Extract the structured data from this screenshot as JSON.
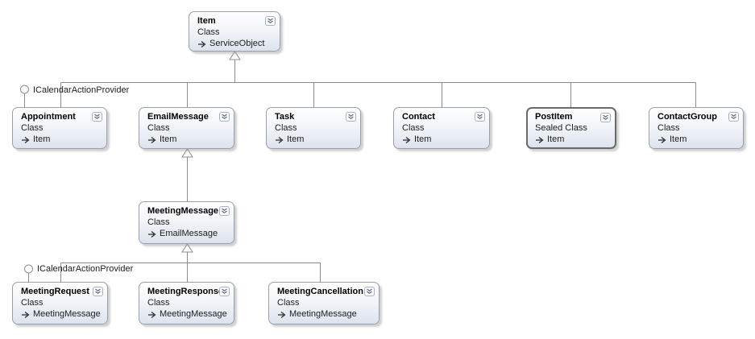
{
  "diagram": {
    "colors": {
      "background": "#ffffff",
      "box_border": "#9aa0ab",
      "sealed_box_border": "#6a6a6a",
      "box_fill_top": "#ffffff",
      "box_fill_bottom": "#dde3ee",
      "connector": "#8c8c8c",
      "title_text": "#000000",
      "body_text": "#1c1c1c"
    },
    "classes": [
      {
        "name": "Item",
        "kind": "Class",
        "base": "ServiceObject"
      },
      {
        "name": "Appointment",
        "kind": "Class",
        "base": "Item"
      },
      {
        "name": "EmailMessage",
        "kind": "Class",
        "base": "Item"
      },
      {
        "name": "Task",
        "kind": "Class",
        "base": "Item"
      },
      {
        "name": "Contact",
        "kind": "Class",
        "base": "Item"
      },
      {
        "name": "PostItem",
        "kind": "Sealed Class",
        "base": "Item"
      },
      {
        "name": "ContactGroup",
        "kind": "Class",
        "base": "Item"
      },
      {
        "name": "MeetingMessage",
        "kind": "Class",
        "base": "EmailMessage"
      },
      {
        "name": "MeetingRequest",
        "kind": "Class",
        "base": "MeetingMessage"
      },
      {
        "name": "MeetingResponse",
        "kind": "Class",
        "base": "MeetingMessage"
      },
      {
        "name": "MeetingCancellation",
        "kind": "Class",
        "base": "MeetingMessage"
      }
    ],
    "interfaces": [
      {
        "label": "ICalendarActionProvider",
        "attached_to": "Appointment"
      },
      {
        "label": "ICalendarActionProvider",
        "attached_to": "MeetingRequest"
      }
    ],
    "relationships": [
      {
        "from": "Appointment",
        "to": "Item",
        "type": "inheritance"
      },
      {
        "from": "EmailMessage",
        "to": "Item",
        "type": "inheritance"
      },
      {
        "from": "Task",
        "to": "Item",
        "type": "inheritance"
      },
      {
        "from": "Contact",
        "to": "Item",
        "type": "inheritance"
      },
      {
        "from": "PostItem",
        "to": "Item",
        "type": "inheritance"
      },
      {
        "from": "ContactGroup",
        "to": "Item",
        "type": "inheritance"
      },
      {
        "from": "MeetingMessage",
        "to": "EmailMessage",
        "type": "inheritance"
      },
      {
        "from": "MeetingRequest",
        "to": "MeetingMessage",
        "type": "inheritance"
      },
      {
        "from": "MeetingResponse",
        "to": "MeetingMessage",
        "type": "inheritance"
      },
      {
        "from": "MeetingCancellation",
        "to": "MeetingMessage",
        "type": "inheritance"
      }
    ]
  }
}
